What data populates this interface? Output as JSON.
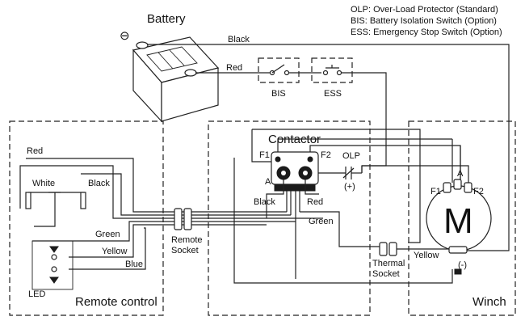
{
  "legend": {
    "olp": "OLP: Over-Load Protector (Standard)",
    "bis": "BIS: Battery Isolation Switch (Option)",
    "ess": "ESS: Emergency Stop Switch (Option)"
  },
  "labels": {
    "battery": "Battery",
    "minus": "⊖",
    "plus": "⊕",
    "black_top": "Black",
    "red_top": "Red",
    "bis": "BIS",
    "ess": "ESS",
    "contactor": "Contactor",
    "f1_contactor": "F1",
    "f2_contactor": "F2",
    "a_contactor": "A",
    "olp": "OLP",
    "olp_plus": "(+)",
    "black_contactor": "Black",
    "red_contactor": "Red",
    "green_contactor": "Green",
    "remote_socket_1": "Remote",
    "remote_socket_2": "Socket",
    "red_remote": "Red",
    "white_remote": "White",
    "black_remote": "Black",
    "green_remote": "Green",
    "yellow_remote": "Yellow",
    "blue_remote": "Blue",
    "led": "LED",
    "remote_control": "Remote control",
    "thermal_1": "Thermal",
    "thermal_2": "Socket",
    "yellow_winch": "Yellow",
    "motor": "M",
    "a_motor": "A",
    "f1_motor": "F1",
    "f2_motor": "F2",
    "minus_motor": "(-)",
    "winch": "Winch"
  }
}
